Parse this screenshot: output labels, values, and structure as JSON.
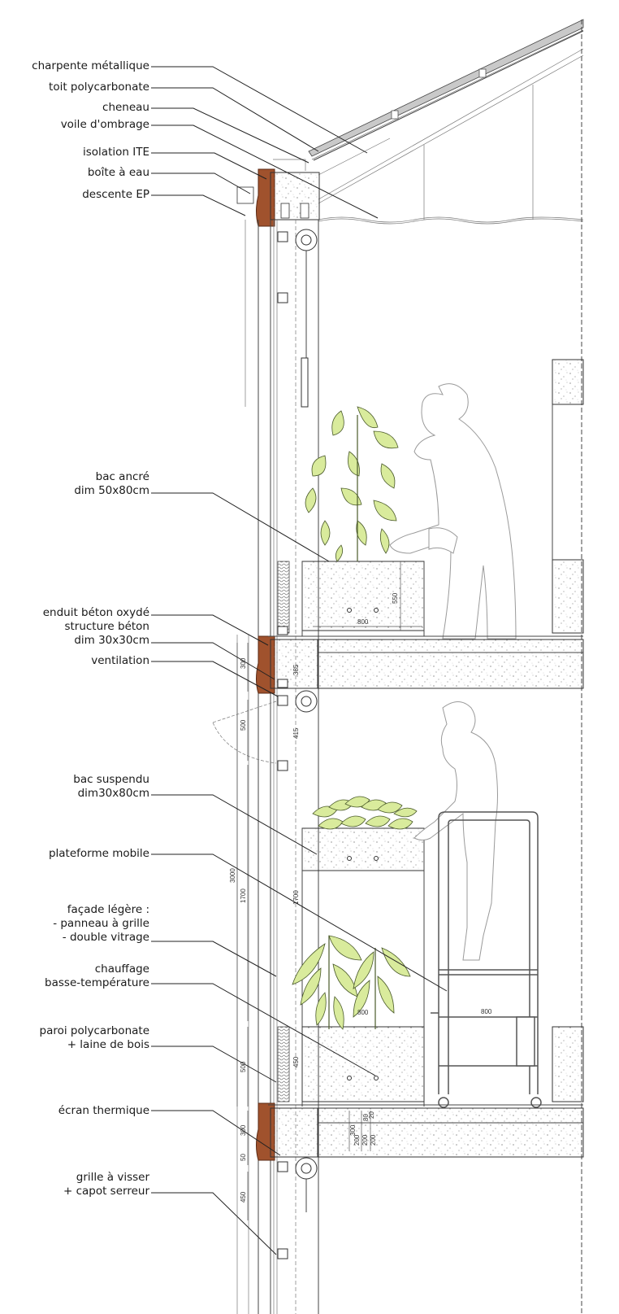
{
  "labels": {
    "charpente": "charpente métallique",
    "toit": "toit polycarbonate",
    "cheneau": "cheneau",
    "voile": "voile d'ombrage",
    "isolation": "isolation ITE",
    "boite": "boîte à eau",
    "descente": "descente EP",
    "bac_ancre_1": "bac ancré",
    "bac_ancre_2": "dim 50x80cm",
    "enduit": "enduit béton oxydé",
    "structure": "structure béton",
    "structure_dim": "dim 30x30cm",
    "ventilation": "ventilation",
    "bac_suspendu_1": "bac suspendu",
    "bac_suspendu_2": "dim30x80cm",
    "plateforme": "plateforme mobile",
    "facade_1": "façade légère :",
    "facade_2": "- panneau à grille",
    "facade_3": "- double vitrage",
    "chauffage_1": "chauffage",
    "chauffage_2": "basse-température",
    "paroi_1": "paroi polycarbonate",
    "paroi_2": "+ laine de bois",
    "ecran": "écran thermique",
    "grille_1": "grille à visser",
    "grille_2": "+ capot serreur"
  },
  "dimensions": {
    "d800a": "800",
    "d550": "550",
    "d300a": "300",
    "d385": "385",
    "d500a": "500",
    "d415": "415",
    "d3000": "3000",
    "d1700a": "1700",
    "d1700b": "1700",
    "d800b": "800",
    "d800c": "800",
    "d450a": "450",
    "d500b": "500",
    "d300b": "300",
    "d50": "50",
    "d450b": "450",
    "d300c": "300",
    "d200a": "200",
    "d200b": "200",
    "d80": "80",
    "d20": "20",
    "d200c": "200"
  },
  "colors": {
    "concrete": "#a0522d",
    "concrete_dark": "#5a2a14",
    "plant": "#d9eb9c",
    "plant_stroke": "#4a5a2a",
    "figure": "#ffffff",
    "figure_stroke": "#9a9a9a"
  }
}
